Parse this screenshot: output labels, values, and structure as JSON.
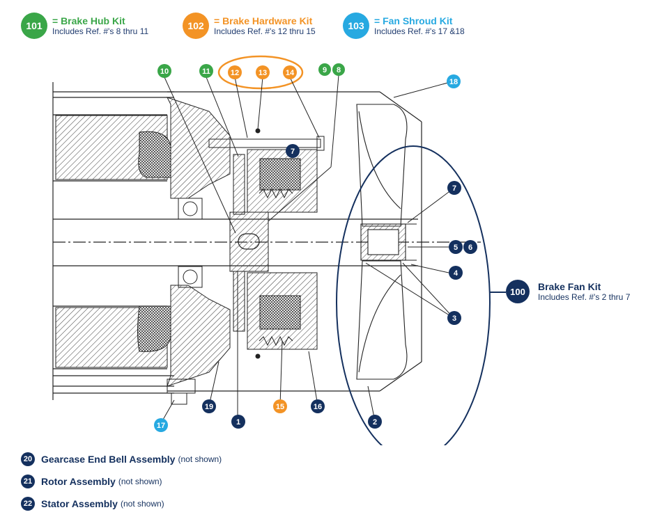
{
  "kits": [
    {
      "ref": "101",
      "title": "= Brake Hub Kit",
      "sub": "Includes Ref. #'s 8 thru 11",
      "color": "#3aa648"
    },
    {
      "ref": "102",
      "title": "= Brake Hardware Kit",
      "sub": "Includes Ref. #'s 12 thru 15",
      "color": "#f39325"
    },
    {
      "ref": "103",
      "title": "= Fan Shroud Kit",
      "sub": "Includes Ref. #'s 17 &18",
      "color": "#27a9e1"
    }
  ],
  "fan_kit": {
    "ref": "100",
    "title": "Brake Fan Kit",
    "sub": "Includes Ref. #'s 2 thru 7",
    "color": "#14305e"
  },
  "callouts": {
    "c10": "10",
    "c11": "11",
    "c12": "12",
    "c13": "13",
    "c14": "14",
    "c9": "9",
    "c8": "8",
    "c18": "18",
    "c7a": "7",
    "c7b": "7",
    "c5": "5",
    "c6": "6",
    "c4": "4",
    "c3": "3",
    "c2": "2",
    "c19": "19",
    "c1": "1",
    "c15": "15",
    "c16": "16",
    "c17": "17"
  },
  "colors": {
    "navy": "#14305e",
    "green": "#3aa648",
    "orange": "#f39325",
    "cyan": "#27a9e1"
  },
  "legend": [
    {
      "ref": "20",
      "name": "Gearcase End Bell Assembly",
      "note": "(not shown)"
    },
    {
      "ref": "21",
      "name": "Rotor Assembly",
      "note": "(not shown)"
    },
    {
      "ref": "22",
      "name": "Stator Assembly",
      "note": "(not shown)"
    }
  ]
}
